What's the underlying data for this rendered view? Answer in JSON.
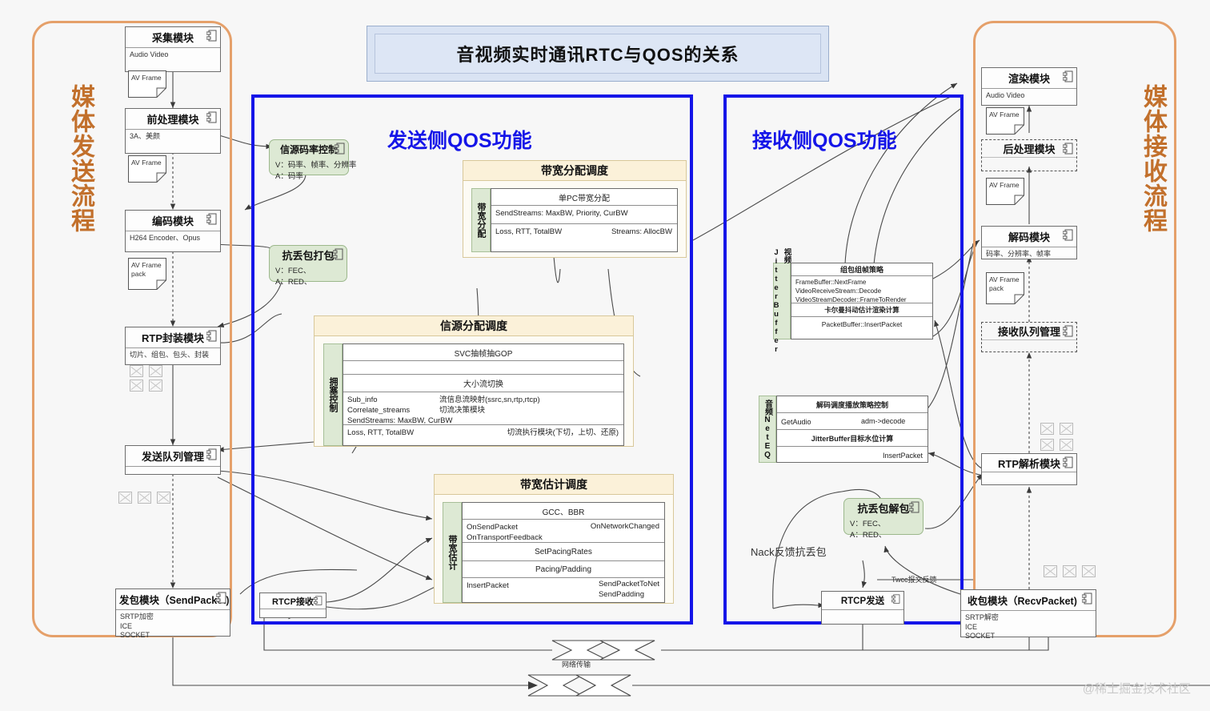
{
  "banner": {
    "title": "音视频实时通讯RTC与QOS的关系"
  },
  "left_flow": {
    "title": "媒体发送流程"
  },
  "right_flow": {
    "title": "媒体接收流程"
  },
  "send_qos": {
    "title": "发送侧QOS功能"
  },
  "recv_qos": {
    "title": "接收侧QOS功能"
  },
  "send_modules": [
    {
      "name": "采集模块",
      "body": "Audio Video"
    },
    {
      "name": "前处理模块",
      "body": "3A、美颜"
    },
    {
      "name": "编码模块",
      "body": "H264 Encoder、Opus"
    },
    {
      "name": "RTP封装模块",
      "body": "切片、组包、包头、封装"
    },
    {
      "name": "发送队列管理",
      "body": ""
    },
    {
      "name": "发包模块（SendPacket)",
      "body": "SRTP加密\nICE\nSOCKET"
    }
  ],
  "send_docs": [
    {
      "label": "AV Frame"
    },
    {
      "label": "AV Frame"
    },
    {
      "label": "AV Frame\npack"
    }
  ],
  "recv_modules": [
    {
      "name": "渲染模块",
      "body": "Audio Video"
    },
    {
      "name": "后处理模块",
      "body": ""
    },
    {
      "name": "解码模块",
      "body": "码率、分辨率、帧率"
    },
    {
      "name": "接收队列管理",
      "body": ""
    },
    {
      "name": "RTP解析模块",
      "body": ""
    },
    {
      "name": "收包模块（RecvPacket)",
      "body": "SRTP解密\nICE\nSOCKET"
    }
  ],
  "recv_docs": [
    {
      "label": "AV Frame"
    },
    {
      "label": "AV Frame"
    },
    {
      "label": "AV Frame\npack"
    }
  ],
  "green_boxes": [
    {
      "name": "信源码率控制",
      "body": "V：码率、帧率、分辨率\nA：码率"
    },
    {
      "name": "抗丢包打包",
      "body": "V：FEC、\nA：RED、"
    },
    {
      "name": "抗丢包解包",
      "body": "V：FEC、\nA：RED、"
    }
  ],
  "rtcp": {
    "recv": "RTCP接收",
    "send": "RTCP发送"
  },
  "panels": {
    "bw_alloc": {
      "title": "带宽分配调度",
      "tab": "带宽分配",
      "rows": [
        {
          "center": "单PC带宽分配"
        },
        {
          "left": "SendStreams: MaxBW, Priority, CurBW"
        },
        {
          "left": "Loss, RTT, TotalBW",
          "right": "Streams: AllocBW"
        }
      ]
    },
    "src_alloc": {
      "title": "信源分配调度",
      "tab": "拥塞控制",
      "rows": [
        {
          "center": "SVC抽帧抽GOP"
        },
        {
          "center": ""
        },
        {
          "center": "大小流切换"
        },
        {
          "left": "Sub_info\nCorrelate_streams\nSendStreams: MaxBW, CurBW",
          "mid": "流信息流映射(ssrc,sn,rtp,rtcp)\n切流决策模块"
        },
        {
          "left": "Loss, RTT, TotalBW",
          "right": "切流执行模块(下切，上切、还原)"
        }
      ]
    },
    "bw_est": {
      "title": "带宽估计调度",
      "tab": "带宽估计",
      "rows": [
        {
          "center": "GCC、BBR"
        },
        {
          "left": "OnSendPacket\nOnTransportFeedback",
          "right": "OnNetworkChanged"
        },
        {
          "center": "SetPacingRates"
        },
        {
          "center": "Pacing/Padding"
        },
        {
          "left": "InsertPacket",
          "right": "SendPacketToNet\nSendPadding"
        }
      ]
    }
  },
  "recv_panels": {
    "jitter": {
      "tab": "视频JitterBuffer",
      "rows": [
        {
          "center": "组包组帧策略"
        },
        {
          "left": "FrameBuffer::NextFrame\nVideoReceiveStream::Decode\nVideoStreamDecoder::FrameToRender"
        },
        {
          "center": "卡尔曼抖动估计渲染计算"
        },
        {
          "center": "PacketBuffer::InsertPacket"
        }
      ]
    },
    "neteq": {
      "tab": "音频NetEQ",
      "rows": [
        {
          "center": "解码调度播放策略控制"
        },
        {
          "left": "GetAudio",
          "mid": "adm->decode"
        },
        {
          "center": "JitterBuffer目标水位计算"
        },
        {
          "right": "InsertPacket"
        }
      ]
    }
  },
  "labels": {
    "nack": "Nack反馈抗丢包",
    "twcc": "Twcc报文反馈",
    "network": "网络传输"
  },
  "watermark": "@稀土掘金技术社区",
  "colors": {
    "orange": "#c2702c",
    "blue": "#1515e8",
    "green": "#dde9d4",
    "cream": "#fbf1d9"
  }
}
